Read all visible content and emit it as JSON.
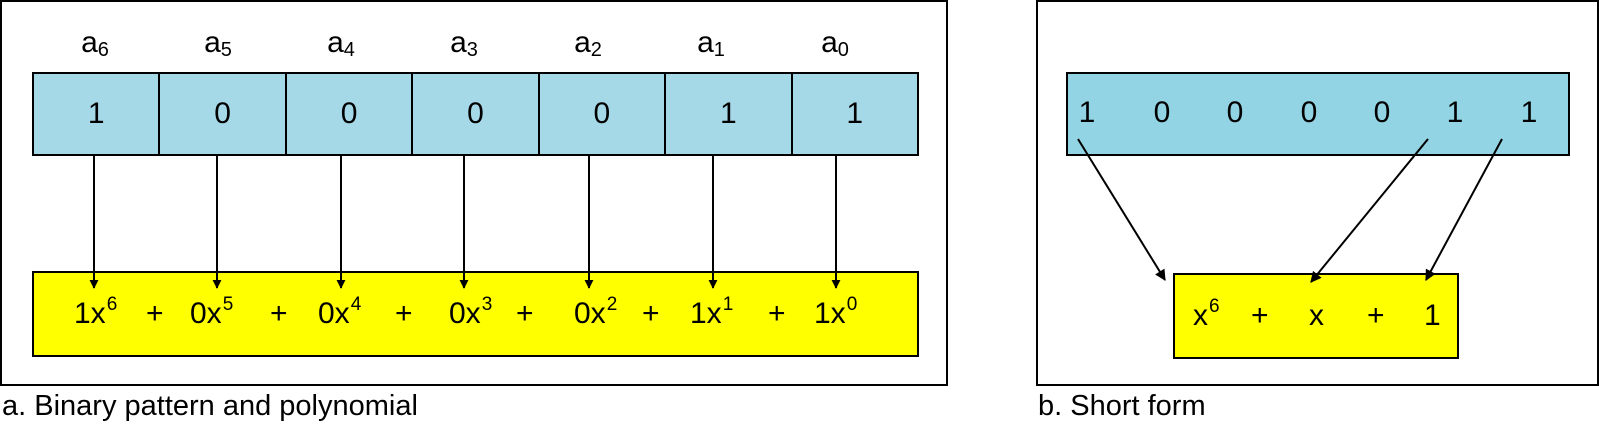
{
  "panel_a": {
    "bit_labels": [
      {
        "base": "a",
        "sub": "6"
      },
      {
        "base": "a",
        "sub": "5"
      },
      {
        "base": "a",
        "sub": "4"
      },
      {
        "base": "a",
        "sub": "3"
      },
      {
        "base": "a",
        "sub": "2"
      },
      {
        "base": "a",
        "sub": "1"
      },
      {
        "base": "a",
        "sub": "0"
      }
    ],
    "bits": [
      "1",
      "0",
      "0",
      "0",
      "0",
      "1",
      "1"
    ],
    "terms": [
      {
        "coef": "1x",
        "exp": "6"
      },
      {
        "coef": "0x",
        "exp": "5"
      },
      {
        "coef": "0x",
        "exp": "4"
      },
      {
        "coef": "0x",
        "exp": "3"
      },
      {
        "coef": "0x",
        "exp": "2"
      },
      {
        "coef": "1x",
        "exp": "1"
      },
      {
        "coef": "1x",
        "exp": "0"
      }
    ],
    "plus": "+",
    "caption": "a. Binary pattern and polynomial"
  },
  "panel_b": {
    "bits": [
      "1",
      "0",
      "0",
      "0",
      "0",
      "1",
      "1"
    ],
    "terms": [
      {
        "text": "x",
        "exp": "6"
      },
      {
        "text": "+",
        "exp": ""
      },
      {
        "text": "x",
        "exp": ""
      },
      {
        "text": "+",
        "exp": ""
      },
      {
        "text": "1",
        "exp": ""
      }
    ],
    "caption": "b. Short form"
  },
  "colors": {
    "bit_fill_a": "#a6d9e8",
    "bit_fill_b": "#92d4e4",
    "poly_fill": "#ffff00"
  }
}
